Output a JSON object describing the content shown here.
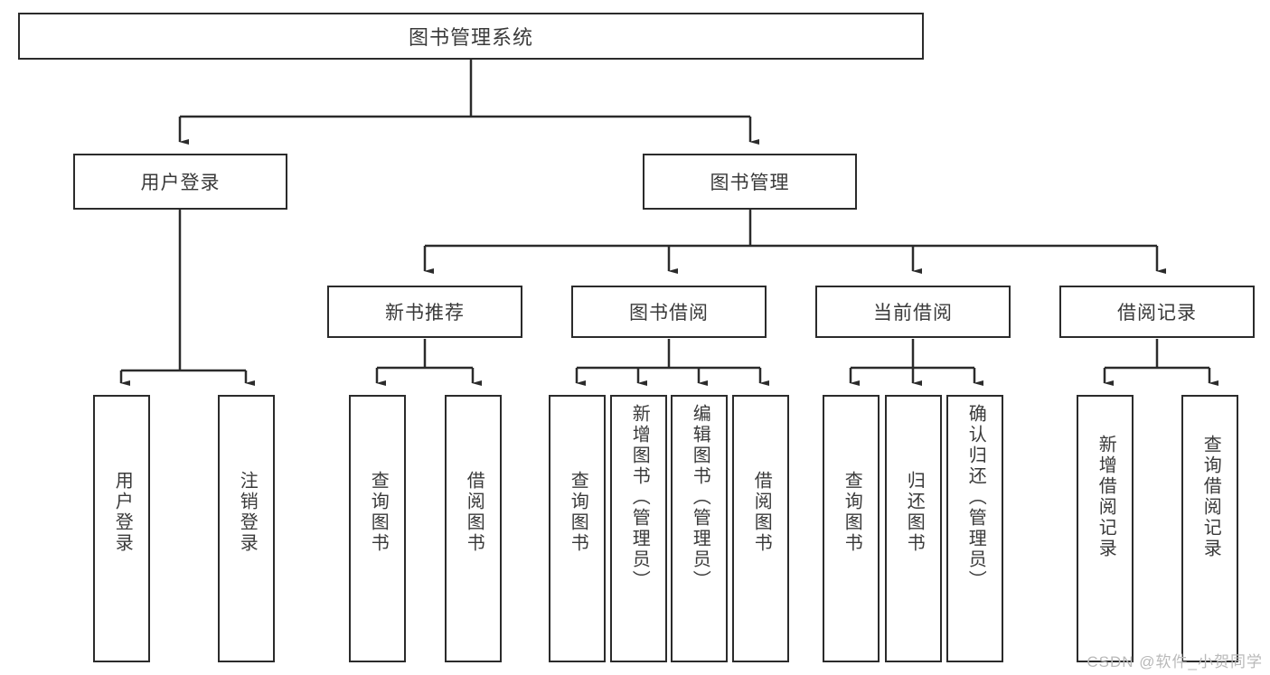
{
  "diagram": {
    "title": "图书管理系统",
    "type": "tree",
    "watermark": "CSDN @软件_小贺同学",
    "style": {
      "box_border": "#2b2b2b",
      "box_fill": "#ffffff",
      "text_color": "#3a3a3a",
      "edge_color": "#2b2b2b",
      "background": "#ffffff",
      "watermark_color": "#b9b9b9"
    },
    "nodes": {
      "root": {
        "label": "图书管理系统"
      },
      "level2": [
        {
          "id": "user-login",
          "label": "用户登录"
        },
        {
          "id": "book-manage",
          "label": "图书管理"
        }
      ],
      "level3": [
        {
          "id": "new-book-recommend",
          "label": "新书推荐"
        },
        {
          "id": "book-borrow",
          "label": "图书借阅"
        },
        {
          "id": "current-borrow",
          "label": "当前借阅"
        },
        {
          "id": "borrow-record",
          "label": "借阅记录"
        }
      ],
      "leaves": {
        "user-login": [
          {
            "id": "leaf-user-login",
            "label": "用户登录"
          },
          {
            "id": "leaf-user-logout",
            "label": "注销登录"
          }
        ],
        "new-book-recommend": [
          {
            "id": "leaf-query-book-1",
            "label": "查询图书"
          },
          {
            "id": "leaf-borrow-book-1",
            "label": "借阅图书"
          }
        ],
        "book-borrow": [
          {
            "id": "leaf-query-book-2",
            "label": "查询图书"
          },
          {
            "id": "leaf-add-book",
            "label": "新增图书（管理员）"
          },
          {
            "id": "leaf-edit-book",
            "label": "编辑图书（管理员）"
          },
          {
            "id": "leaf-borrow-book-2",
            "label": "借阅图书"
          }
        ],
        "current-borrow": [
          {
            "id": "leaf-query-book-3",
            "label": "查询图书"
          },
          {
            "id": "leaf-return-book",
            "label": "归还图书"
          },
          {
            "id": "leaf-confirm-return",
            "label": "确认归还（管理员）"
          }
        ],
        "borrow-record": [
          {
            "id": "leaf-add-record",
            "label": "新增借阅记录"
          },
          {
            "id": "leaf-query-record",
            "label": "查询借阅记录"
          }
        ]
      }
    }
  }
}
